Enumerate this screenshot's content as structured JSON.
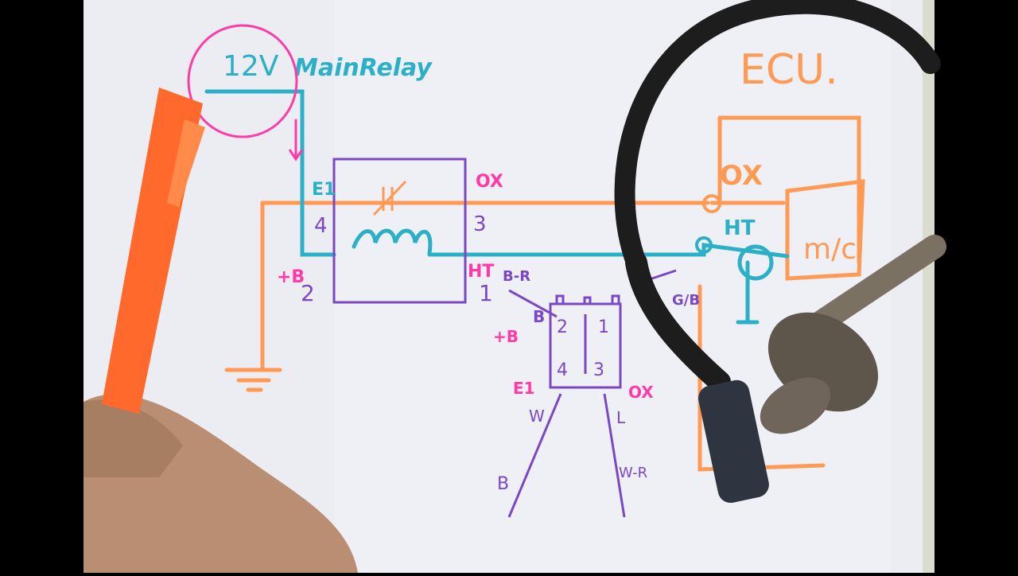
{
  "labels": {
    "voltage": "12V",
    "relay": "MainRelay",
    "ecu": "ECU.",
    "ox_top": "OX",
    "ox_ecu": "OX",
    "ht_ecu": "HT",
    "mc": "m/c",
    "e1": "E1",
    "pin4": "4",
    "pin3": "3",
    "plus_b": "+B",
    "pin2": "2",
    "ht_relay": "HT",
    "pin1": "1",
    "b_r": "B-R",
    "g_b": "G/B",
    "conn_b": "B",
    "conn_2": "2",
    "conn_1": "1",
    "conn_4": "4",
    "conn_3": "3",
    "plus_b2": "+B",
    "e1_2": "E1",
    "ox_2": "OX",
    "w": "W",
    "l": "L",
    "b": "B",
    "w_r": "W-R"
  },
  "colors": {
    "paper": "#ecedf2",
    "orange": "#ff9a55",
    "cyan": "#2bb0c8",
    "purple": "#7a48c4",
    "pink": "#ff3aa6",
    "pen": "#ff6a2c",
    "skin": "#b98e72",
    "cable": "#1d1d1d",
    "metal": "#6f655a"
  }
}
